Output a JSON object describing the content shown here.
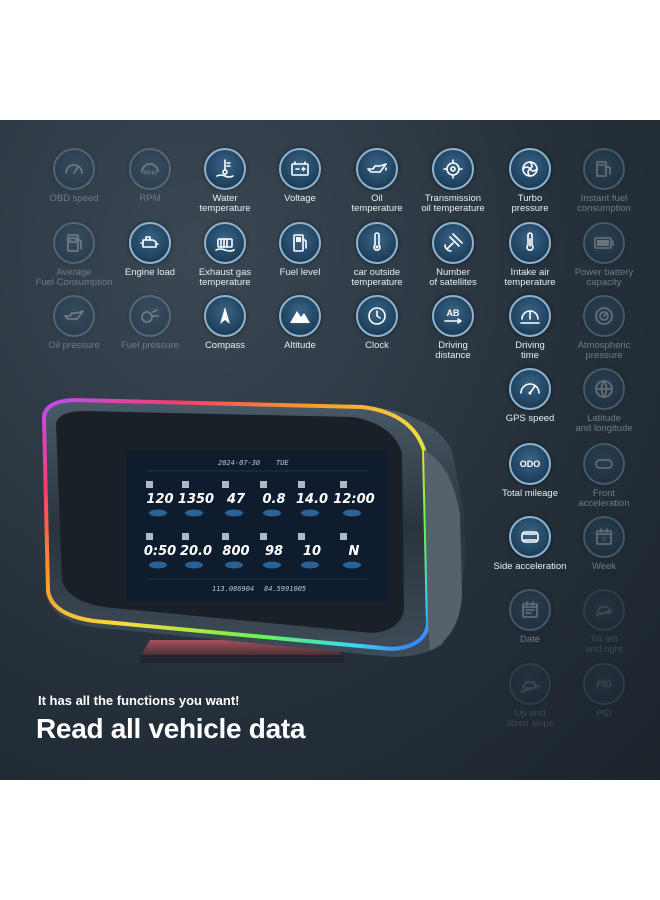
{
  "features": [
    {
      "label": "OBD speed",
      "icon": "speedometer-icon",
      "state": "dim"
    },
    {
      "label": "RPM",
      "icon": "rpm-gauge-icon",
      "state": "dim"
    },
    {
      "label": "Water\ntemperature",
      "icon": "water-temperature-icon",
      "state": "bright"
    },
    {
      "label": "Voltage",
      "icon": "battery-icon",
      "state": "bright"
    },
    {
      "label": "Oil\ntemperature",
      "icon": "oil-can-icon",
      "state": "bright"
    },
    {
      "label": "Transmission\noil temperature",
      "icon": "gear-icon",
      "state": "bright"
    },
    {
      "label": "Turbo\npressure",
      "icon": "turbo-icon",
      "state": "bright"
    },
    {
      "label": "Instant fuel\nconsumption",
      "icon": "fuel-pump-icon",
      "state": "dim"
    },
    {
      "label": "Average\nFuel Consumption",
      "icon": "fuel-gauge-icon",
      "state": "dim"
    },
    {
      "label": "Engine load",
      "icon": "engine-icon",
      "state": "bright"
    },
    {
      "label": "Exhaust gas\ntemperature",
      "icon": "exhaust-icon",
      "state": "bright"
    },
    {
      "label": "Fuel level",
      "icon": "fuel-level-icon",
      "state": "bright"
    },
    {
      "label": "car outside\ntemperature",
      "icon": "thermometer-icon",
      "state": "bright"
    },
    {
      "label": "Number\nof satellites",
      "icon": "satellite-icon",
      "state": "bright"
    },
    {
      "label": "Intake air\ntemperature",
      "icon": "intake-thermometer-icon",
      "state": "bright"
    },
    {
      "label": "Power battery\ncapacity",
      "icon": "battery-capacity-icon",
      "state": "dim"
    },
    {
      "label": "Oil pressure",
      "icon": "oil-pressure-icon",
      "state": "dim"
    },
    {
      "label": "Fuel pressure",
      "icon": "fuel-pressure-icon",
      "state": "dim"
    },
    {
      "label": "Compass",
      "icon": "compass-icon",
      "state": "bright"
    },
    {
      "label": "Altitude",
      "icon": "mountain-icon",
      "state": "bright"
    },
    {
      "label": "Clock",
      "icon": "clock-icon",
      "state": "bright"
    },
    {
      "label": "Driving\ndistance",
      "icon": "distance-ab-icon",
      "state": "bright"
    },
    {
      "label": "Driving\ntime",
      "icon": "driving-time-icon",
      "state": "bright"
    },
    {
      "label": "Atmospheric\npressure",
      "icon": "barometer-icon",
      "state": "dim"
    },
    {
      "label": "GPS speed",
      "icon": "gps-speedometer-icon",
      "state": "bright"
    },
    {
      "label": "Latitude\nand longitude",
      "icon": "globe-icon",
      "state": "dim"
    },
    {
      "label": "Total mileage",
      "icon": "odometer-icon",
      "state": "bright"
    },
    {
      "label": "Front\nacceleration",
      "icon": "front-acceleration-icon",
      "state": "dim"
    },
    {
      "label": "Side acceleration",
      "icon": "side-acceleration-icon",
      "state": "bright"
    },
    {
      "label": "Week",
      "icon": "calendar-week-icon",
      "state": "dim"
    },
    {
      "label": "Date",
      "icon": "calendar-date-icon",
      "state": "dim"
    },
    {
      "label": "Tilt left\nand right",
      "icon": "tilt-car-icon",
      "state": "faint"
    },
    {
      "label": "Up and\ndown slope",
      "icon": "slope-car-icon",
      "state": "faint"
    },
    {
      "label": "PID",
      "icon": "pid-icon",
      "state": "faint"
    }
  ],
  "tagline": "It has all the functions you want!",
  "headline": "Read all vehicle data",
  "device": {
    "date": "2024-07-30",
    "mode": "TUE",
    "row1": [
      "120",
      "1350",
      "47",
      "0.8",
      "14.0",
      "12:00"
    ],
    "row2": [
      "0:50",
      "20.0",
      "800",
      "98",
      "10",
      "N"
    ],
    "coords": [
      "113.086904",
      "84.5991005"
    ]
  },
  "colors": {
    "accent": "#8fb3cf",
    "background": "#26313b"
  }
}
